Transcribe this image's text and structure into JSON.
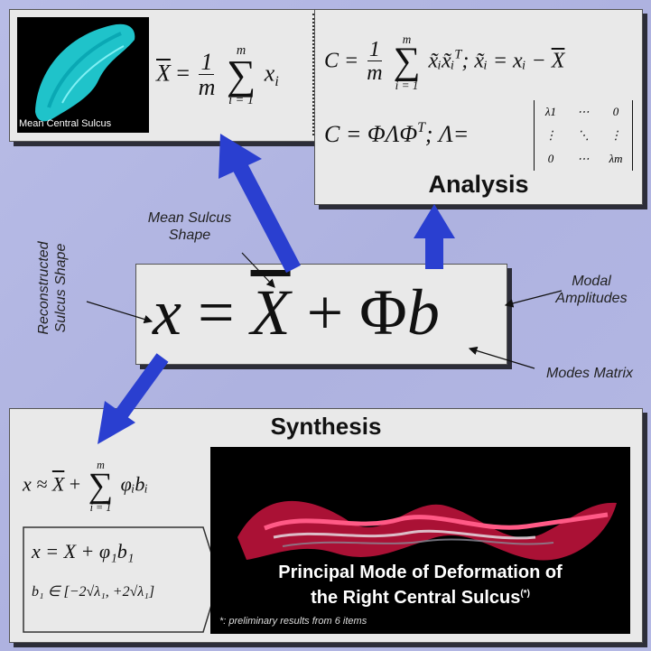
{
  "mean_panel": {
    "thumbnail_caption": "Mean Central Sulcus",
    "formula_lhs": "X",
    "formula_num": "1",
    "formula_den": "m",
    "sum_top": "m",
    "sum_bottom": "i = 1",
    "formula_term": "x",
    "formula_sub": "i"
  },
  "analysis_panel": {
    "cov_lhs": "C =",
    "cov_num": "1",
    "cov_den": "m",
    "cov_sum_top": "m",
    "cov_sum_bottom": "i = 1",
    "cov_body": "x̃ᵢx̃ᵢ",
    "cov_T": "T",
    "cov_rest": "; x̃ᵢ = xᵢ − ",
    "cov_X": "X",
    "decomp": "C = ΦΛΦ",
    "decomp_T": "T",
    "lambda_eq": "; Λ=",
    "matrix": [
      "λ1",
      "⋯",
      "0",
      "⋮",
      "⋱",
      "⋮",
      "0",
      "⋯",
      "λm"
    ],
    "title": "Analysis"
  },
  "main_equation": {
    "x": "x",
    "eq": "=",
    "X": "X",
    "plus": "+",
    "phi": "Φ",
    "b": "b"
  },
  "labels": {
    "mean_shape": "Mean Sulcus\nShape",
    "reconstructed": "Reconstructed\nSulcus Shape",
    "modal": "Modal\nAmplitudes",
    "modes_matrix": "Modes Matrix"
  },
  "synthesis_panel": {
    "title": "Synthesis",
    "approx_lhs": "x ≈",
    "approx_X": "X",
    "approx_plus": "+",
    "sum_top": "m",
    "sum_bottom": "i = 1",
    "approx_term": "φᵢbᵢ",
    "box_line1": "x = X + φ₁b₁",
    "box_line2": "b₁ ∈ [−2√λ₁, +2√λ₁]",
    "image_caption_1": "Principal Mode of Deformation of",
    "image_caption_2": "the Right Central Sulcus",
    "image_caption_sup": "(*)",
    "footnote": "*: preliminary results from 6 items"
  },
  "colors": {
    "background": "#b0b4e2",
    "panel": "#e9e9e9",
    "arrow": "#2a3fd0",
    "sulcus_cyan": "#22d8e0",
    "deformation_red": "#e0245a"
  }
}
